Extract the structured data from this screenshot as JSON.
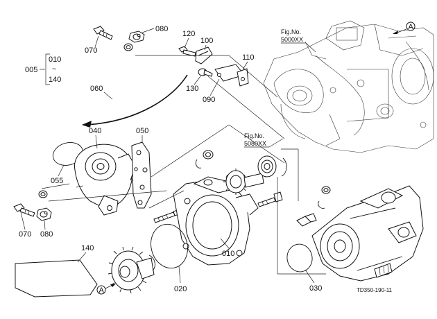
{
  "diagram": {
    "callouts": {
      "c070_top": "070",
      "c080_top": "080",
      "c120": "120",
      "c100": "100",
      "c110": "110",
      "c130": "130",
      "c090": "090",
      "c005": "005",
      "c010_range": "010",
      "c140_range": "140",
      "c060": "060",
      "c040": "040",
      "c050": "050",
      "c055": "055",
      "c070_bottom": "070",
      "c080_bottom": "080",
      "c140": "140",
      "c020": "020",
      "c010": "010",
      "c030": "030"
    },
    "range_tilde": "~",
    "fig_refs": {
      "fig5000_label": "Fig.No.",
      "fig5000_num": "5000XX",
      "fig5080_label": "Fig.No.",
      "fig5080_num": "5080XX"
    },
    "connector": {
      "letter": "A"
    },
    "drawing_code": "TD350-190-11"
  }
}
